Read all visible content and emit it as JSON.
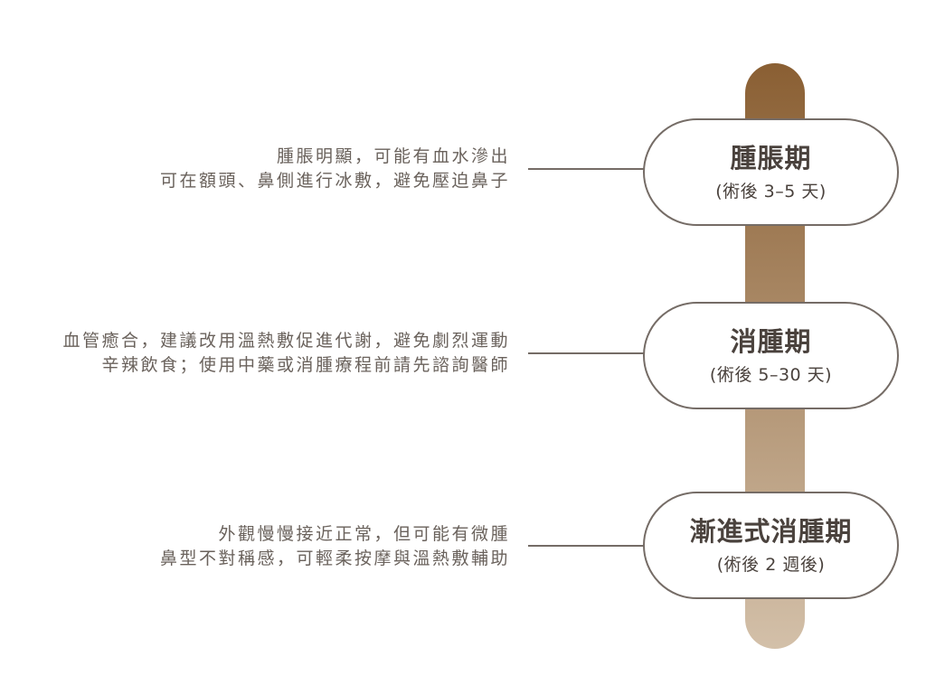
{
  "colors": {
    "bar_top": "#8a5f33",
    "bar_bottom": "#d3c0a9",
    "text_desc": "#6a625c",
    "text_pill": "#4a423d",
    "outline": "#756c66",
    "background": "#ffffff"
  },
  "stages": [
    {
      "title": "腫脹期",
      "subtitle": "(術後 3–5 天)",
      "lines": [
        "腫脹明顯，可能有血水滲出",
        "可在額頭、鼻側進行冰敷，避免壓迫鼻子"
      ]
    },
    {
      "title": "消腫期",
      "subtitle": "(術後 5–30 天)",
      "lines": [
        "血管癒合，建議改用溫熱敷促進代謝，避免劇烈運動",
        "辛辣飲食；使用中藥或消腫療程前請先諮詢醫師"
      ]
    },
    {
      "title": "漸進式消腫期",
      "subtitle": "(術後 2 週後)",
      "lines": [
        "外觀慢慢接近正常，但可能有微腫",
        "鼻型不對稱感，可輕柔按摩與溫熱敷輔助"
      ]
    }
  ]
}
